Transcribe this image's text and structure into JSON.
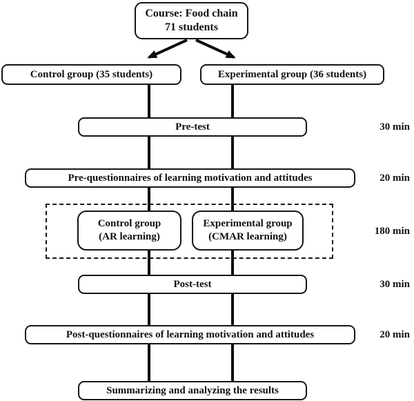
{
  "figure": {
    "background": "#ffffff",
    "ink_color": "#111111",
    "nodes": {
      "course": {
        "line1": "Course: Food chain",
        "line2": "71 students"
      },
      "control_group": "Control group (35 students)",
      "experimental_group": "Experimental group (36 students)",
      "pre_test": "Pre-test",
      "pre_questionnaires": "Pre-questionnaires of learning motivation and attitudes",
      "treatment_control": {
        "line1": "Control group",
        "line2": "(AR learning)"
      },
      "treatment_experimental": {
        "line1": "Experimental group",
        "line2": "(CMAR learning)"
      },
      "post_test": "Post-test",
      "post_questionnaires": "Post-questionnaires of learning motivation and attitudes",
      "summary": "Summarizing and analyzing the results"
    },
    "durations": {
      "pre_test": "30 min",
      "pre_questionnaires": "20 min",
      "treatment": "180 min",
      "post_test": "30 min",
      "post_questionnaires": "20 min"
    }
  }
}
